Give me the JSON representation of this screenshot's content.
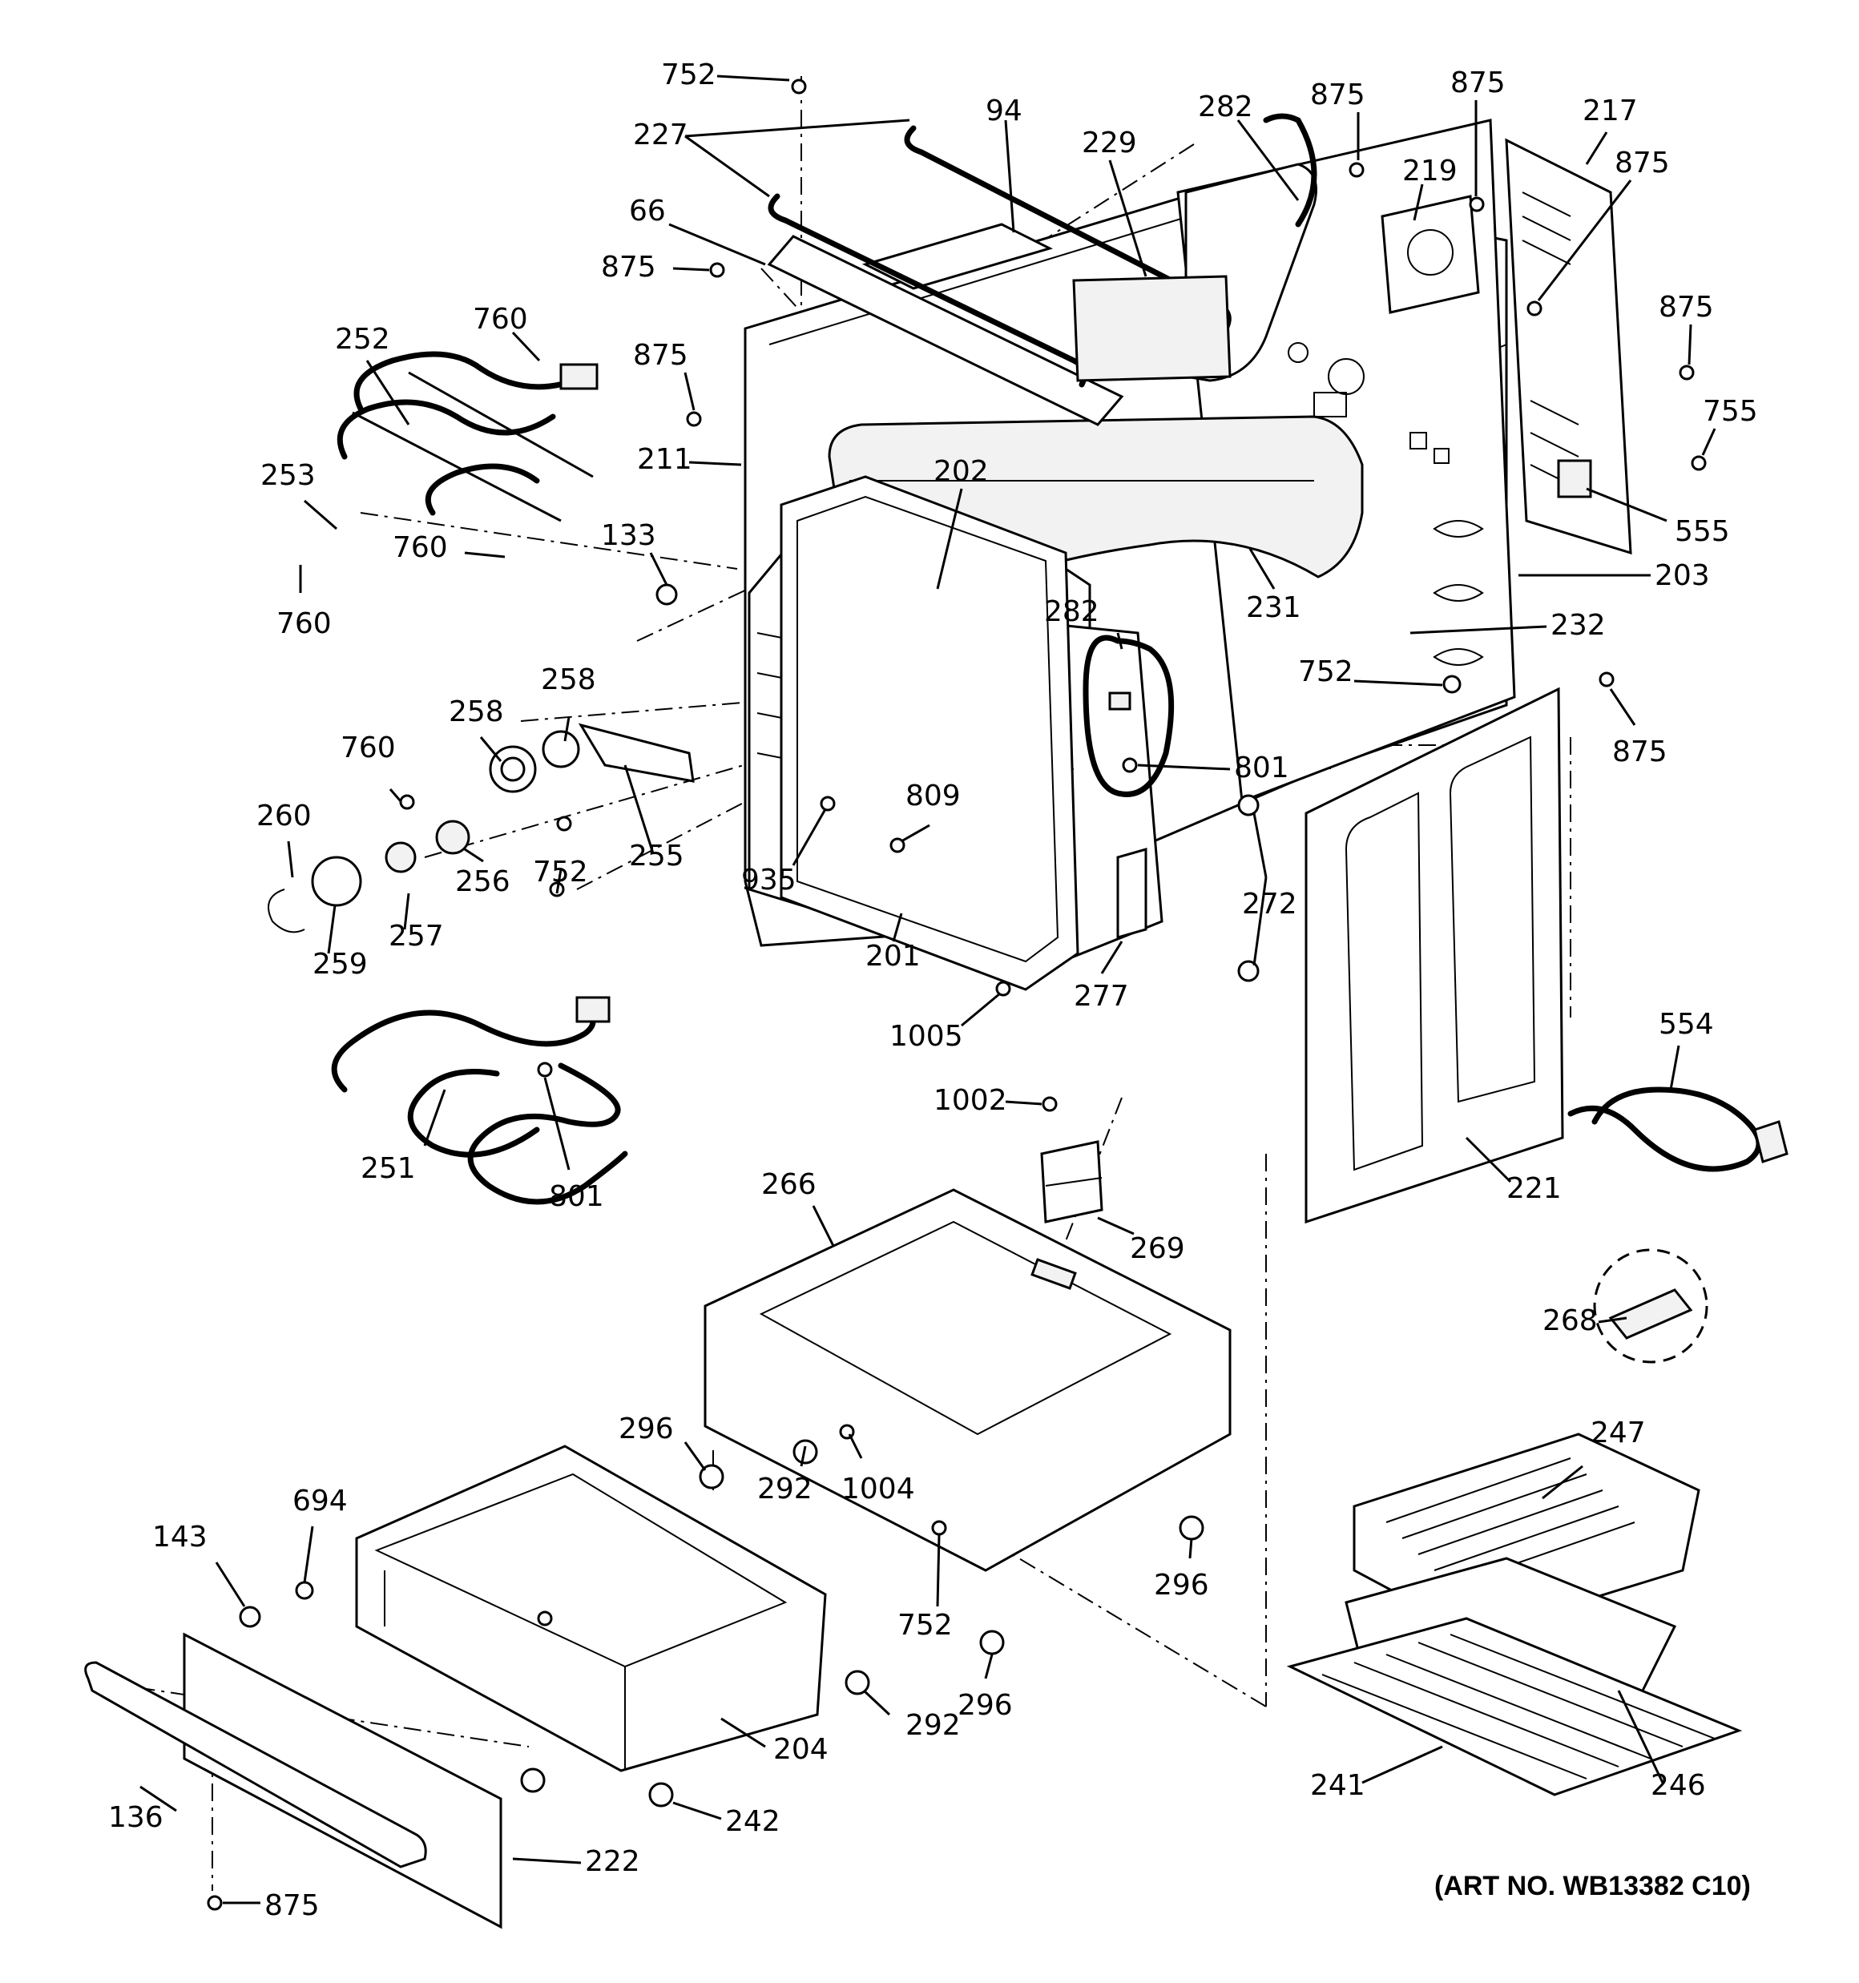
{
  "diagram": {
    "art_number": "(ART NO. WB13382 C10)",
    "callouts": {
      "c752a": "752",
      "c227": "227",
      "c94": "94",
      "c229": "229",
      "c282a": "282",
      "c875a": "875",
      "c875b": "875",
      "c219": "219",
      "c217": "217",
      "c875c": "875",
      "c66": "66",
      "c875d": "875",
      "c875e": "875",
      "c875f": "875",
      "c755": "755",
      "c252": "252",
      "c760a": "760",
      "c253": "253",
      "c211": "211",
      "c202": "202",
      "c555": "555",
      "c133": "133",
      "c760b": "760",
      "c203": "203",
      "c760c": "760",
      "c231": "231",
      "c232": "232",
      "c282b": "282",
      "c752b": "752",
      "c258a": "258",
      "c258b": "258",
      "c760d": "760",
      "c875g": "875",
      "c801a": "801",
      "c809": "809",
      "c260": "260",
      "c255": "255",
      "c752c": "752",
      "c256": "256",
      "c935": "935",
      "c272": "272",
      "c257": "257",
      "c259": "259",
      "c201": "201",
      "c277": "277",
      "c554": "554",
      "c1005": "1005",
      "c1002": "1002",
      "c251": "251",
      "c801b": "801",
      "c221": "221",
      "c266": "266",
      "c269": "269",
      "c268": "268",
      "c296a": "296",
      "c292a": "292",
      "c1004": "1004",
      "c247": "247",
      "c694": "694",
      "c143": "143",
      "c296b": "296",
      "c752d": "752",
      "c292b": "292",
      "c204": "204",
      "c296c": "296",
      "c241": "241",
      "c246": "246",
      "c136": "136",
      "c242": "242",
      "c222": "222",
      "c875h": "875"
    }
  }
}
